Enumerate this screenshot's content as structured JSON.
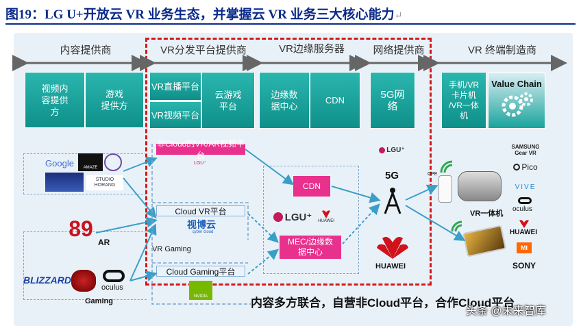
{
  "title": "图19：LG U+开放云 VR 业务生态，并掌握云 VR 业务三大核心能力",
  "return_mark": "↵",
  "headers": [
    "内容提供商",
    "VR分发平台提供商",
    "VR边缘服务器",
    "网络提供商",
    "VR 终端制造商"
  ],
  "boxes": {
    "video": "视频内\n容提供\n方",
    "game": "游戏\n提供方",
    "live": "VR直播平台",
    "vrvideo": "VR视频平台",
    "cloudgame": "云游戏\n平台",
    "edgedc": "边缘数\n据中心",
    "cdn": "CDN",
    "net5g": "5G网\n络",
    "devices": "手机/VR\n卡片机\n/VR一体\n机",
    "value_chain": "Value Chain"
  },
  "platforms": {
    "noncloud": "非Cloud的VR/AR视频平台",
    "cloudvr": "Cloud VR平台",
    "cloudgaming": "Cloud Gaming平台"
  },
  "edge": {
    "cdn": "CDN",
    "mec": "MEC/边缘数\n据中心"
  },
  "network": {
    "g5": "5G",
    "huawei": "HUAWEI"
  },
  "labels": {
    "ar": "AR",
    "vr_gaming": "VR Gaming",
    "gaming": "Gaming",
    "vr_all_in_one": "VR一体机",
    "footer": "内容多方联合，自营非Cloud平台，合作Cloud平台",
    "watermark": "头条 @未来智库"
  },
  "logos": {
    "google": "Google",
    "amaze": "AMAZE",
    "studio": "STUDIO HORANG",
    "n89": "89",
    "blizzard": "BLIZZARD",
    "oculus": "oculus",
    "lgu_small": "LGU⁺",
    "cybercloud": "视博云",
    "cybercloud_sub": "cyber cloud",
    "nvidia": "NVIDIA",
    "lgu_big": "LGU⁺",
    "huawei_small": "HUAWEI",
    "samsung_gear": "SAMSUNG\nGear VR",
    "pico": "Pico",
    "vive": "VIVE",
    "oculus_r": "oculus",
    "huawei_r": "HUAWEI",
    "mi": "MI",
    "sony": "SONY",
    "cpe": "CPE"
  },
  "colors": {
    "teal": "#1aa39c",
    "pink": "#e8318d",
    "red": "#d31919",
    "navy": "#0a2a8a",
    "arrow": "#3a9fc8"
  }
}
